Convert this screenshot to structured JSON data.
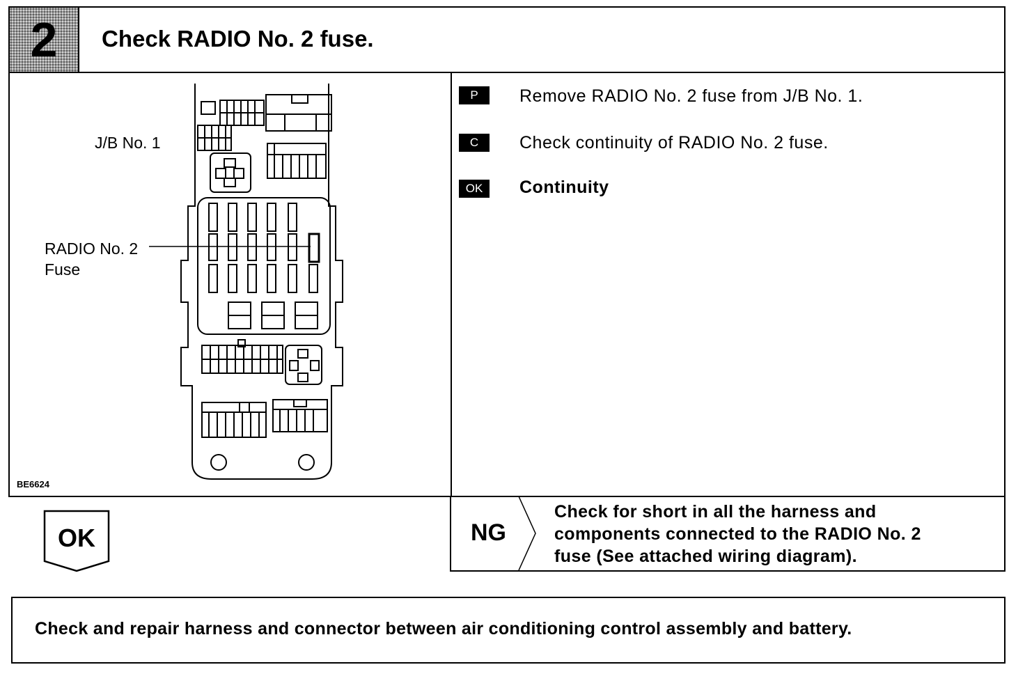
{
  "header": {
    "step_number": "2",
    "title": "Check RADIO No. 2 fuse."
  },
  "diagram": {
    "jb_label": "J/B No. 1",
    "fuse_label_line1": "RADIO No. 2",
    "fuse_label_line2": "Fuse",
    "figure_code": "BE6624"
  },
  "instructions": [
    {
      "badge": "P",
      "text": "Remove RADIO No. 2 fuse from J/B No. 1."
    },
    {
      "badge": "C",
      "text": "Check continuity of RADIO No. 2 fuse."
    },
    {
      "badge": "OK",
      "text": "Continuity"
    }
  ],
  "result_ok": {
    "label": "OK"
  },
  "result_ng": {
    "label": "NG",
    "line1": "Check for short in all the harness and",
    "line2": "components connected to the RADIO No. 2",
    "line3": "fuse (See attached wiring diagram)."
  },
  "next_step": {
    "text": "Check and repair harness and connector between air conditioning control assembly and battery."
  }
}
